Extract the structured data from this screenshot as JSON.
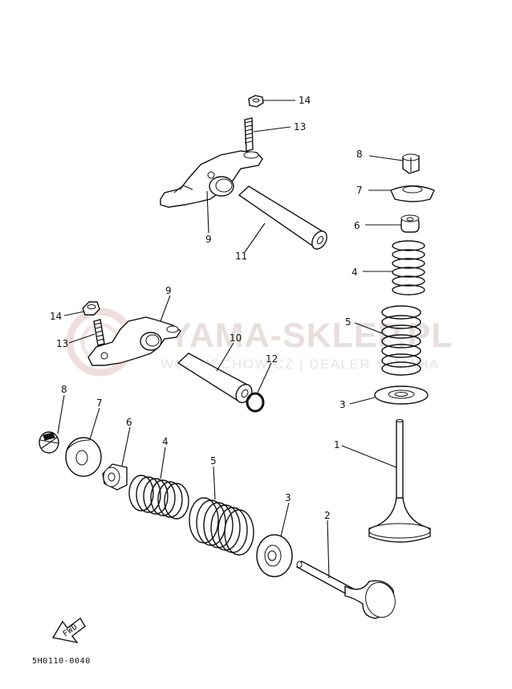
{
  "diagram": {
    "code": "5H0110-0040",
    "fwd_label": "FWD",
    "watermark": {
      "title": "YAMA-SKLEP.PL",
      "subtitle": "WOJCIECHOWICZ | DEALER YAMAHA"
    },
    "callouts": [
      {
        "id": "c14a",
        "text": "14"
      },
      {
        "id": "c13a",
        "text": "13"
      },
      {
        "id": "c9a",
        "text": "9"
      },
      {
        "id": "c11",
        "text": "11"
      },
      {
        "id": "c8a",
        "text": "8"
      },
      {
        "id": "c7a",
        "text": "7"
      },
      {
        "id": "c6a",
        "text": "6"
      },
      {
        "id": "c4a",
        "text": "4"
      },
      {
        "id": "c5a",
        "text": "5"
      },
      {
        "id": "c3a",
        "text": "3"
      },
      {
        "id": "c1",
        "text": "1"
      },
      {
        "id": "c9b",
        "text": "9"
      },
      {
        "id": "c14b",
        "text": "14"
      },
      {
        "id": "c13b",
        "text": "13"
      },
      {
        "id": "c10",
        "text": "10"
      },
      {
        "id": "c12",
        "text": "12"
      },
      {
        "id": "c8b",
        "text": "8"
      },
      {
        "id": "c7b",
        "text": "7"
      },
      {
        "id": "c6b",
        "text": "6"
      },
      {
        "id": "c4b",
        "text": "4"
      },
      {
        "id": "c5b",
        "text": "5"
      },
      {
        "id": "c3b",
        "text": "3"
      },
      {
        "id": "c2",
        "text": "2"
      }
    ]
  }
}
